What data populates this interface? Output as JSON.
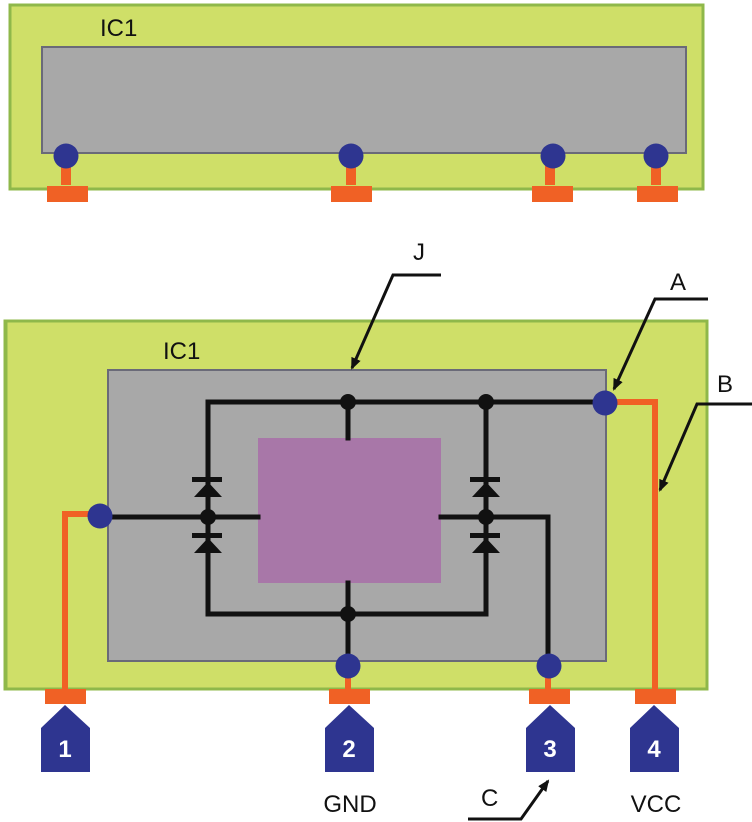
{
  "colors": {
    "package_fill": "#cfdf68",
    "package_border": "#8fb84a",
    "die_area_fill": "#a8a8a8",
    "die_area_border": "#6a6a78",
    "chip_fill": "#a877a8",
    "bond_pad": "#2e3590",
    "trace": "#f06125",
    "wire": "#111111",
    "pin_tag": "#2e3590"
  },
  "top_view": {
    "package_label": "IC1",
    "bond_pad_count": 4
  },
  "bottom_view": {
    "package_label": "IC1",
    "callouts": {
      "J": "J",
      "A": "A",
      "B": "B",
      "C": "C"
    },
    "pins": [
      {
        "number": "1",
        "name": ""
      },
      {
        "number": "2",
        "name": "GND"
      },
      {
        "number": "3",
        "name": ""
      },
      {
        "number": "4",
        "name": "VCC"
      }
    ]
  }
}
